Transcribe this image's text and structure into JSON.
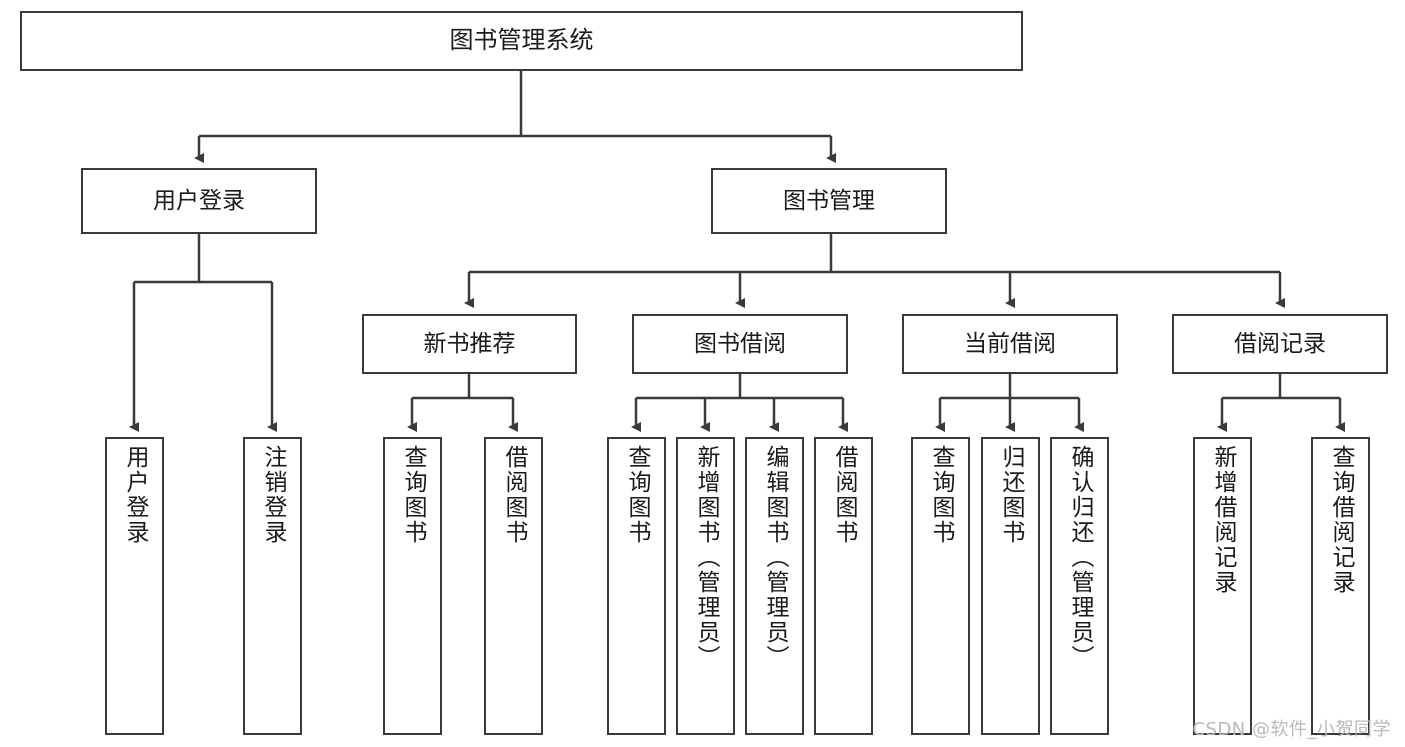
{
  "diagram": {
    "type": "tree",
    "title": "图书管理系统",
    "orientation": "top-down",
    "box_stroke": "#3a3a3a",
    "box_fill": "#ffffff",
    "connector_color": "#3a3a3a",
    "nodes": {
      "root": {
        "label": "图书管理系统",
        "level": 0
      },
      "n1": {
        "label": "用户登录",
        "level": 1
      },
      "n2": {
        "label": "图书管理",
        "level": 1
      },
      "n3": {
        "label": "新书推荐",
        "level": 2
      },
      "n4": {
        "label": "图书借阅",
        "level": 2
      },
      "n5": {
        "label": "当前借阅",
        "level": 2
      },
      "n6": {
        "label": "借阅记录",
        "level": 2
      },
      "l1": {
        "label": "用户登录",
        "level": 3
      },
      "l2": {
        "label": "注销登录",
        "level": 3
      },
      "l3": {
        "label": "查询图书",
        "level": 3
      },
      "l4": {
        "label": "借阅图书",
        "level": 3
      },
      "l5": {
        "label": "查询图书",
        "level": 3
      },
      "l6": {
        "label": "新增图书（管理员）",
        "level": 3
      },
      "l7": {
        "label": "编辑图书（管理员）",
        "level": 3
      },
      "l8": {
        "label": "借阅图书",
        "level": 3
      },
      "l9": {
        "label": "查询图书",
        "level": 3
      },
      "l10": {
        "label": "归还图书",
        "level": 3
      },
      "l11": {
        "label": "确认归还（管理员）",
        "level": 3
      },
      "l12": {
        "label": "新增借阅记录",
        "level": 3
      },
      "l13": {
        "label": "查询借阅记录",
        "level": 3
      }
    },
    "edges": [
      {
        "from": "root",
        "to": "n1"
      },
      {
        "from": "root",
        "to": "n2"
      },
      {
        "from": "n1",
        "to": "l1"
      },
      {
        "from": "n1",
        "to": "l2"
      },
      {
        "from": "n2",
        "to": "n3"
      },
      {
        "from": "n2",
        "to": "n4"
      },
      {
        "from": "n2",
        "to": "n5"
      },
      {
        "from": "n2",
        "to": "n6"
      },
      {
        "from": "n3",
        "to": "l3"
      },
      {
        "from": "n3",
        "to": "l4"
      },
      {
        "from": "n4",
        "to": "l5"
      },
      {
        "from": "n4",
        "to": "l6"
      },
      {
        "from": "n4",
        "to": "l7"
      },
      {
        "from": "n4",
        "to": "l8"
      },
      {
        "from": "n5",
        "to": "l9"
      },
      {
        "from": "n5",
        "to": "l10"
      },
      {
        "from": "n5",
        "to": "l11"
      },
      {
        "from": "n6",
        "to": "l12"
      },
      {
        "from": "n6",
        "to": "l13"
      }
    ]
  },
  "watermark": {
    "text": "CSDN @软件_小贺同学"
  }
}
